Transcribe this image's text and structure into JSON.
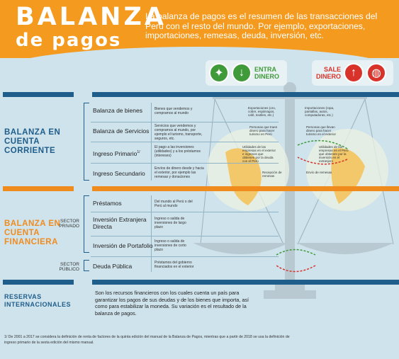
{
  "header": {
    "title_line1": "BALANZA",
    "title_line2": "de pagos",
    "intro": "La balanza de pagos es el resumen de las transacciones del Perú con el resto del mundo. Por ejemplo, exportaciones, importaciones, remesas, deuda, inversión, etc."
  },
  "legend": {
    "inflow_label_1": "ENTRA",
    "inflow_label_2": "DINERO",
    "outflow_label_1": "SALE",
    "outflow_label_2": "DINERO"
  },
  "sections": {
    "current_account": "BALANZA EN CUENTA CORRIENTE",
    "financial_account": "BALANZA EN CUENTA FINANCIERA",
    "private_sector": "SECTOR PRIVADO",
    "public_sector": "SECTOR PÚBLICO",
    "reserves": "RESERVAS INTERNACIONALES"
  },
  "current_items": [
    {
      "label": "Balanza de bienes",
      "desc": "Bienes que vendemos y compramos al mundo"
    },
    {
      "label": "Balanza de Servicios",
      "desc": "Servicios que vendemos y compramos al mundo, por ejemplo el turismo, transporte, seguros, etc."
    },
    {
      "label": "Ingreso Primario",
      "sup": "1/",
      "desc": "El pago a las inversiones (utilidades) y a los préstamos (intereses)"
    },
    {
      "label": "Ingreso Secundario",
      "desc": "Envíos de dinero desde y hacia el exterior, por ejemplo las remesas y donaciones"
    }
  ],
  "financial_items": [
    {
      "label": "Préstamos",
      "desc": "Del mundo al Perú o del Perú al mundo"
    },
    {
      "label": "Inversión Extranjera Directa",
      "desc": "Ingreso o salida de inversiones de largo plazo"
    },
    {
      "label": "Inversión de Portafolio",
      "desc": "Ingreso o salida de inversiones de corto plazo"
    },
    {
      "label": "Deuda Pública",
      "desc": "Préstamos del gobierno financiados en el exterior"
    }
  ],
  "scale_notes": {
    "exports": "Exportaciones (oro, cobre, espárragos, café, textiles, etc.)",
    "imports": "Importaciones (ropa, pantallas, autos, computadoras, etc.)",
    "tourism_in": "Personas que traen dinero para hacer turismo en Perú",
    "tourism_out": "Personas que llevan dinero para hacer turismo en el exterior",
    "profits_out": "Utilidades de las empresas en el exterior e ingresos que obtienen por la deuda con el Perú",
    "profits_in": "Utilidades de las empresas en el Perú que obtienen por la inversión en el extranjero",
    "remit_in": "Recepción de remesas",
    "remit_out": "Envío de remesas"
  },
  "reserves_text": "Son los recursos financieros con los cuales cuenta un país para garantizar los pagos de sus deudas y de los bienes que importa, así como para estabilizar la moneda. Su variación es el resultado de la balanza de pagos.",
  "footnote": "1/ De 2001 a 2017 se considera la definición de renta de factores de la quinta edición del manual de la Balanza de Pagos, mientras que a partir de 2018 se usa la definición de ingreso primario de la sexta edición del mismo manual.",
  "colors": {
    "orange": "#f39a1f",
    "blue": "#1f5d8a",
    "green": "#3f9a3a",
    "red": "#d7332b",
    "bg": "#cfe3ec"
  }
}
